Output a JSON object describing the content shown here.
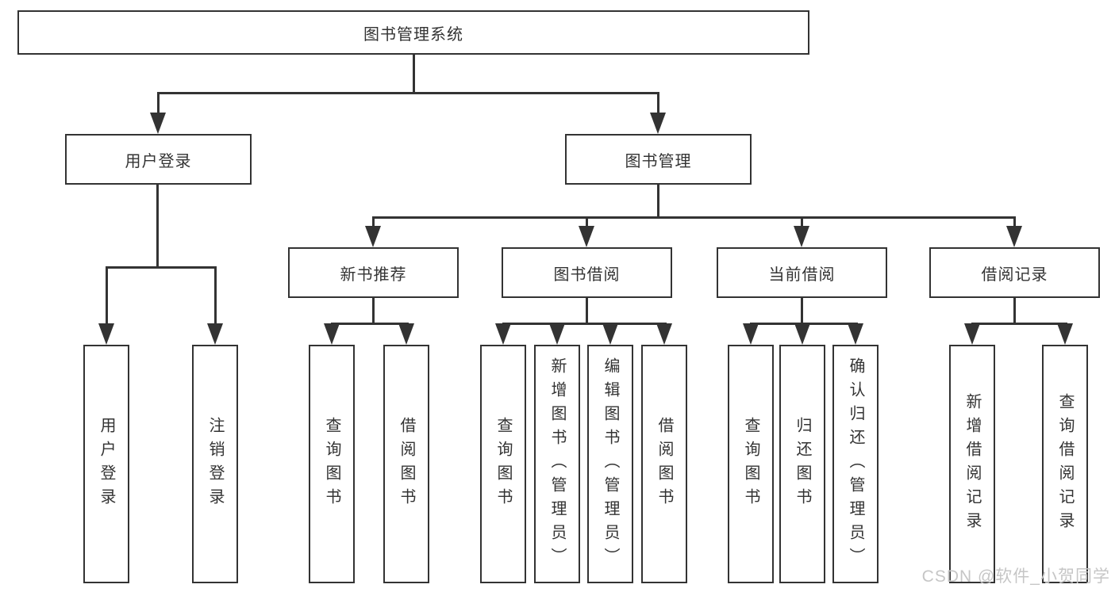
{
  "tree": {
    "root": "图书管理系统",
    "branches": [
      {
        "label": "用户登录",
        "children": [
          {
            "label": "用户登录"
          },
          {
            "label": "注销登录"
          }
        ]
      },
      {
        "label": "图书管理",
        "children": [
          {
            "label": "新书推荐",
            "children": [
              {
                "label": "查询图书"
              },
              {
                "label": "借阅图书"
              }
            ]
          },
          {
            "label": "图书借阅",
            "children": [
              {
                "label": "查询图书"
              },
              {
                "label": "新增图书（管理员）"
              },
              {
                "label": "编辑图书（管理员）"
              },
              {
                "label": "借阅图书"
              }
            ]
          },
          {
            "label": "当前借阅",
            "children": [
              {
                "label": "查询图书"
              },
              {
                "label": "归还图书"
              },
              {
                "label": "确认归还（管理员）"
              }
            ]
          },
          {
            "label": "借阅记录",
            "children": [
              {
                "label": "新增借阅记录"
              },
              {
                "label": "查询借阅记录"
              }
            ]
          }
        ]
      }
    ]
  },
  "watermark": {
    "text": "CSDN @软件_小贺同学"
  },
  "colors": {
    "line": "#333333",
    "text": "#333333",
    "box_background": "#ffffff",
    "watermark": "#c6c6c6"
  }
}
